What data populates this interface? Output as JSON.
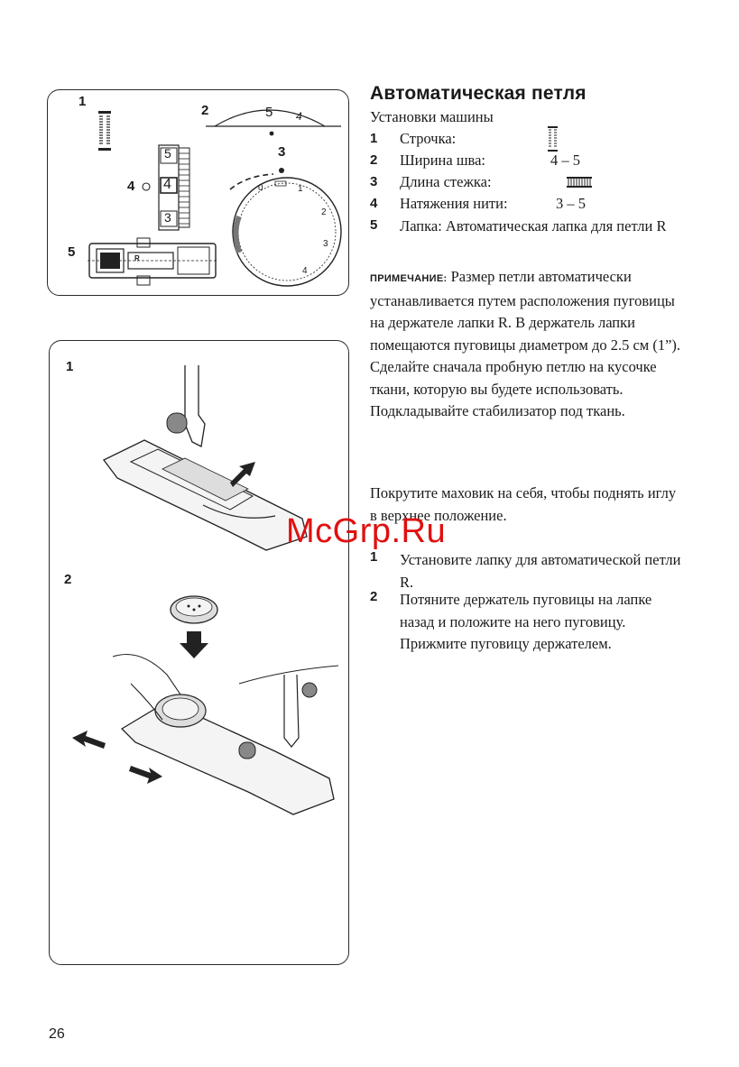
{
  "title": "Автоматическая петля",
  "subtitle": "Установки машины",
  "settings": [
    {
      "num": "1",
      "label": "Строчка:",
      "value": ""
    },
    {
      "num": "2",
      "label": "Ширина шва:",
      "value": "4 – 5"
    },
    {
      "num": "3",
      "label": "Длина стежка:",
      "value": ""
    },
    {
      "num": "4",
      "label": "Натяжения нити:",
      "value": "3 – 5"
    },
    {
      "num": "5",
      "label": "Лапка: Автоматическая лапка для петли R",
      "value": ""
    }
  ],
  "note_label": "ПРИМЕЧАНИЕ:",
  "note_text": "Размер петли автоматически устанавливается путем расположения пуговицы на держателе лапки R. В держатель лапки помещаются пуговицы диаметром до 2.5 см (1”). Сделайте сначала пробную петлю на кусочке ткани, которую вы будете использовать. Подкладывайте стабилизатор под ткань.",
  "para": "Покрутите маховик на себя, чтобы поднять иглу в верхнее положение.",
  "steps": [
    {
      "num": "1",
      "text": "Установите лапку для автоматической петли R."
    },
    {
      "num": "2",
      "text": "Потяните держатель пуговицы на лапке назад и положите на него пуговицу. Прижмите пуговицу держателем."
    }
  ],
  "figure_top": {
    "labels": [
      "1",
      "2",
      "3",
      "4",
      "5"
    ],
    "width_scale": [
      "5",
      "4"
    ],
    "length_boxes": [
      "5",
      "4",
      "3"
    ],
    "dial_numbers": [
      "0",
      "1",
      "2",
      "3",
      "4"
    ],
    "foot_letter": "R"
  },
  "figure_bottom": {
    "labels": [
      "1",
      "2"
    ]
  },
  "watermark": "McGrp.Ru",
  "page_number": "26"
}
